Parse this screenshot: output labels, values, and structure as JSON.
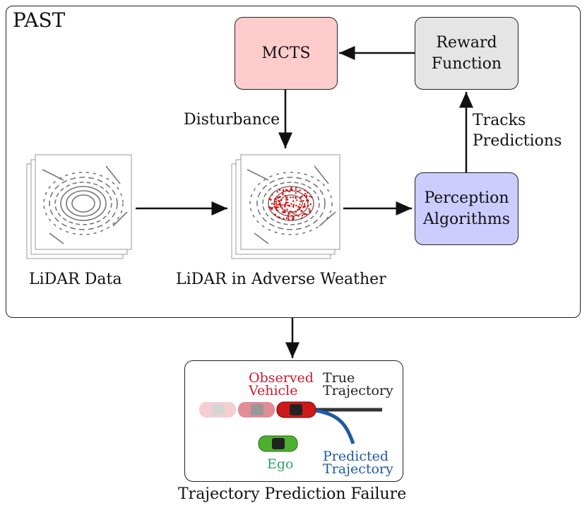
{
  "panel": {
    "title": "PAST"
  },
  "nodes": {
    "mcts": {
      "label": "MCTS",
      "color": "#ffcccc"
    },
    "reward": {
      "line1": "Reward",
      "line2": "Function",
      "color": "#e5e5e5"
    },
    "perception": {
      "line1": "Perception",
      "line2": "Algorithms",
      "color": "#ccccff"
    }
  },
  "edge_labels": {
    "disturbance": "Disturbance",
    "tracks_line1": "Tracks",
    "tracks_line2": "Predictions"
  },
  "captions": {
    "lidar_data": "LiDAR Data",
    "lidar_weather": "LiDAR in Adverse Weather",
    "failure": "Trajectory Prediction Failure"
  },
  "scenario": {
    "observed_line1": "Observed",
    "observed_line2": "Vehicle",
    "true_line1": "True",
    "true_line2": "Trajectory",
    "predicted_line1": "Predicted",
    "predicted_line2": "Trajectory",
    "ego": "Ego",
    "colors": {
      "observed": "#cc1a2e",
      "predicted": "#1f5aa6",
      "ego": "#2ea36b",
      "true": "#333333"
    }
  }
}
